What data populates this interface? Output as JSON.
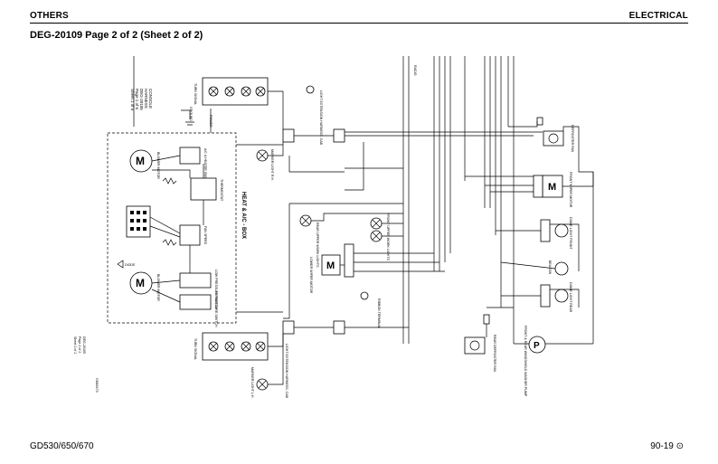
{
  "header": {
    "section_left": "OTHERS",
    "section_right": "ELECTRICAL"
  },
  "title": "DEG-20109 Page 2 of 2 (Sheet 2 of 2)",
  "footer": {
    "model": "GD530/650/670",
    "page": "90-19 ⊙"
  },
  "diagram": {
    "box_label": "HEAT & A/C - BOX",
    "console_ref": [
      "CONSOLE",
      "HARNESS",
      "DEG-20105",
      "Page 1 of 5",
      "Sheet 1 of 5"
    ],
    "side_ref": [
      "DEG-20105",
      "Page 2 of 2",
      "Sheet 2 of 2"
    ],
    "side_ref2": "CM00473",
    "labels": {
      "blower_motor_top": "BLOWER MOTOR",
      "blower_motor_bottom": "BLOWER MOTOR",
      "ac_heater_switch": "A/C & HEATER SWITCH",
      "thermostat": "THERMOSTAT",
      "fan_speed": "FAN SPEED",
      "low_pressure_switch": "LOW PRESSURE SWITCH",
      "hi_pressure_switch": "HI PRESSURE SWITCH",
      "diode": "DIODE",
      "power": "POWER",
      "ground": "GROUND",
      "beacon": "BEACON",
      "dome_light_front": "DOME LIGHT FRONT",
      "dome_light_rear": "DOME LIGHT REAR",
      "wiper_motor_lower": "LOWER WIPER MOTOR",
      "wiper_motor_front": "FRONT WIPER MOTOR",
      "front_upper_work_lights": "FRONT UPPER WORK LIGHTS",
      "rear_upper_work_lights": "REAR UPPER WORK LIGHTS",
      "light_extension_top": "LIGHT EXTENSION HARNESS, CAB",
      "light_extension_bottom": "LIGHT EXTENSION HARNESS, CAB",
      "marker_light_rh": "MARKER LIGHT R.H.",
      "marker_light_lh": "MARKER LIGHT L.H.",
      "defroster_fan": "DEFROSTER FAN",
      "rear_defroster_fan": "REAR DEFROSTER FAN",
      "washer_pump": "FRONT & REAR WINDSHIELD WASHER PUMP",
      "turn_signal_top": "TURN SIGNAL",
      "turn_signal_bottom": "TURN SIGNAL",
      "ribbon_terminal": "RIBBON TERMINAL",
      "cab_radio": "RADIO"
    }
  }
}
